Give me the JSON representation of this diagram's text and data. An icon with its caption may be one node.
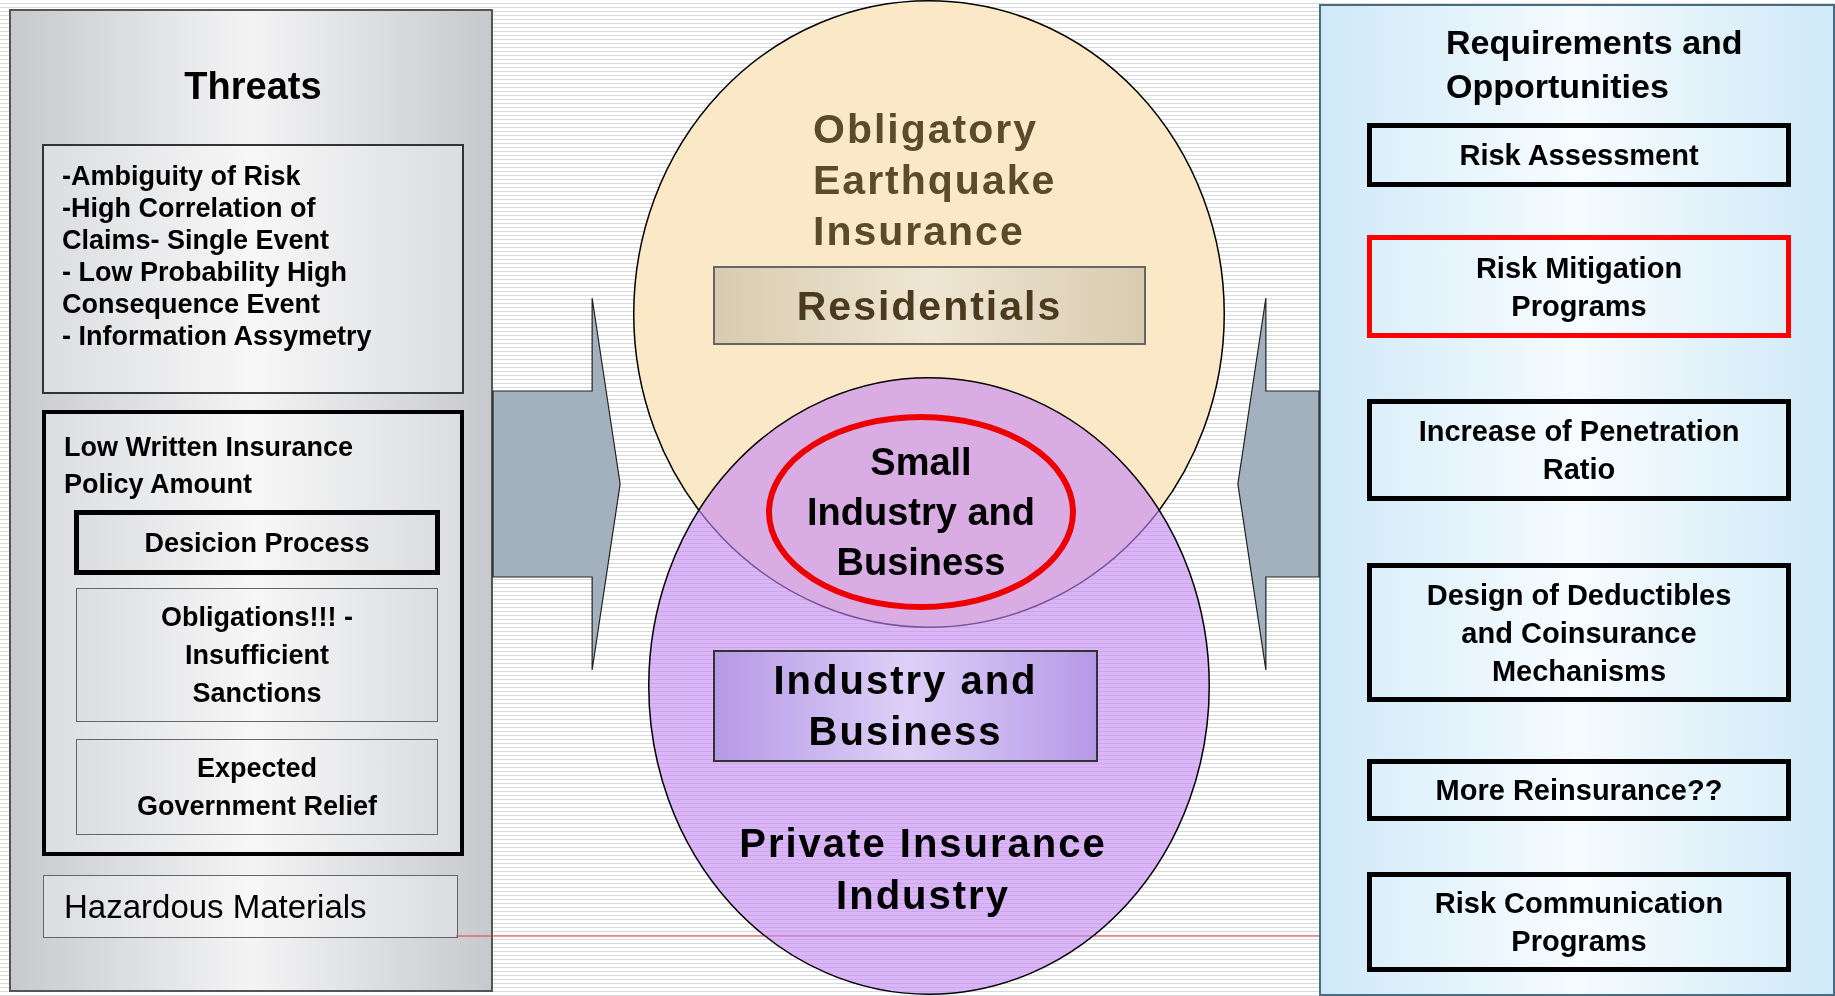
{
  "diagram": {
    "nodes": [
      {
        "text": [
          "Threats"
        ]
      },
      {
        "text": [
          "-Ambiguity of Risk",
          "-High Correlation of Claims- Single Event",
          "- Low Probability High Consequence Event",
          "- Information Assymetry"
        ],
        "in": 0
      },
      {
        "text": [
          "Low Written Insurance Policy Amount"
        ],
        "in": 0
      },
      {
        "text": [
          "Desicion Process"
        ],
        "in": 2
      },
      {
        "text": [
          "Obligations!!! - Insufficient Sanctions"
        ],
        "in": 2
      },
      {
        "text": [
          "Expected Government Relief"
        ],
        "in": 2
      },
      {
        "text": [
          "Hazardous Materials"
        ],
        "in": 0
      },
      {
        "text": [
          "Obligatory Earthquake Insurance"
        ]
      },
      {
        "text": [
          "Residentials"
        ],
        "in": 7
      },
      {
        "text": [
          "Small Industry and Business"
        ]
      },
      {
        "text": [
          "Private Insurance Industry"
        ]
      },
      {
        "text": [
          "Industry and Business"
        ],
        "in": 10
      },
      {
        "text": [
          "Requirements and Opportunities"
        ]
      },
      {
        "text": [
          "Risk Assessment"
        ],
        "in": 12
      },
      {
        "text": [
          "Risk Mitigation Programs"
        ],
        "in": 12
      },
      {
        "text": [
          "Increase of Penetration Ratio"
        ],
        "in": 12
      },
      {
        "text": [
          "Design of Deductibles and Coinsurance Mechanisms"
        ],
        "in": 12
      },
      {
        "text": [
          "More Reinsurance??"
        ],
        "in": 12
      },
      {
        "text": [
          "Risk Communication Programs"
        ],
        "in": 12
      }
    ],
    "edges": [
      {
        "from": 0,
        "to": 7,
        "arrow": "to"
      },
      {
        "from": 12,
        "to": 7,
        "arrow": "to"
      }
    ]
  }
}
